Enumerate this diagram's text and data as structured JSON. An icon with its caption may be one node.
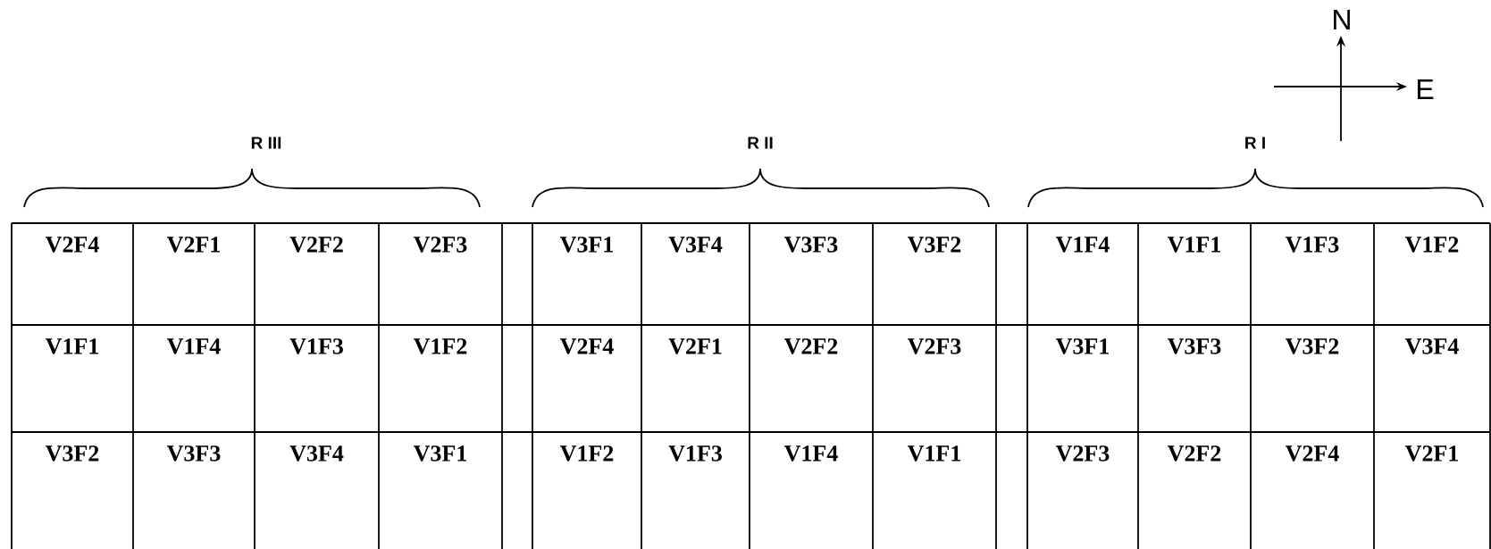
{
  "diagram": {
    "nodes": [
      {
        "text": [
          "V2F4"
        ]
      },
      {
        "text": [
          "V2F1"
        ]
      },
      {
        "text": [
          "V2F2"
        ]
      },
      {
        "text": [
          "V2F3"
        ]
      },
      {
        "text": [
          "V3F1"
        ]
      },
      {
        "text": [
          "V3F4"
        ]
      },
      {
        "text": [
          "V3F3"
        ]
      },
      {
        "text": [
          "V3F2"
        ]
      },
      {
        "text": [
          "V1F4"
        ]
      },
      {
        "text": [
          "V1F1"
        ]
      },
      {
        "text": [
          "V1F3"
        ]
      },
      {
        "text": [
          "V1F2"
        ]
      },
      {
        "text": [
          "V1F1"
        ]
      },
      {
        "text": [
          "V1F4"
        ]
      },
      {
        "text": [
          "V1F3"
        ]
      },
      {
        "text": [
          "V1F2"
        ]
      },
      {
        "text": [
          "V2F4"
        ]
      },
      {
        "text": [
          "V2F1"
        ]
      },
      {
        "text": [
          "V2F2"
        ]
      },
      {
        "text": [
          "V2F3"
        ]
      },
      {
        "text": [
          "V3F1"
        ]
      },
      {
        "text": [
          "V3F3"
        ]
      },
      {
        "text": [
          "V3F2"
        ]
      },
      {
        "text": [
          "V3F4"
        ]
      },
      {
        "text": [
          "V3F2"
        ]
      },
      {
        "text": [
          "V3F3"
        ]
      },
      {
        "text": [
          "V3F4"
        ]
      },
      {
        "text": [
          "V3F1"
        ]
      },
      {
        "text": [
          "V1F2"
        ]
      },
      {
        "text": [
          "V1F3"
        ]
      },
      {
        "text": [
          "V1F4"
        ]
      },
      {
        "text": [
          "V1F1"
        ]
      },
      {
        "text": [
          "V2F3"
        ]
      },
      {
        "text": [
          "V2F2"
        ]
      },
      {
        "text": [
          "V2F4"
        ]
      },
      {
        "text": [
          "V2F1"
        ]
      }
    ],
    "labels": [
      "N",
      "E",
      "R III",
      "R II",
      "R I"
    ]
  }
}
